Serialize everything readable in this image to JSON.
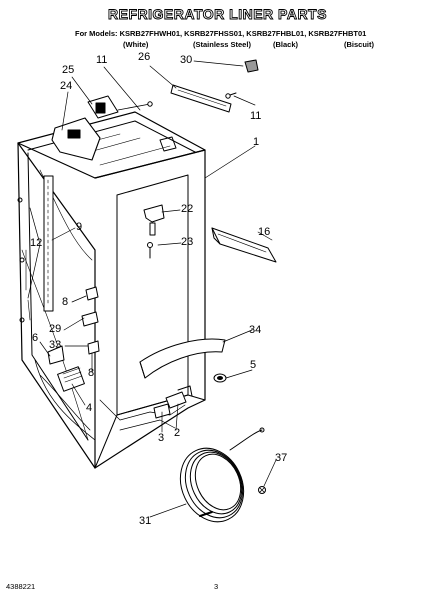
{
  "header": {
    "title": "REFRIGERATOR LINER PARTS",
    "models_line": "For Models: KSRB27FHWH01, KSRB27FHSS01, KSRB27FHBL01, KSRB27FHBT01",
    "variants": [
      "(White)",
      "(Stainless Steel)",
      "(Black)",
      "(Biscuit)"
    ]
  },
  "callouts": [
    "25",
    "24",
    "11",
    "26",
    "30",
    "11",
    "1",
    "22",
    "23",
    "16",
    "12",
    "9",
    "8",
    "29",
    "33",
    "6",
    "8",
    "34",
    "5",
    "4",
    "3",
    "2",
    "37",
    "31"
  ],
  "footer": {
    "part_number": "4388221",
    "page": "3"
  }
}
